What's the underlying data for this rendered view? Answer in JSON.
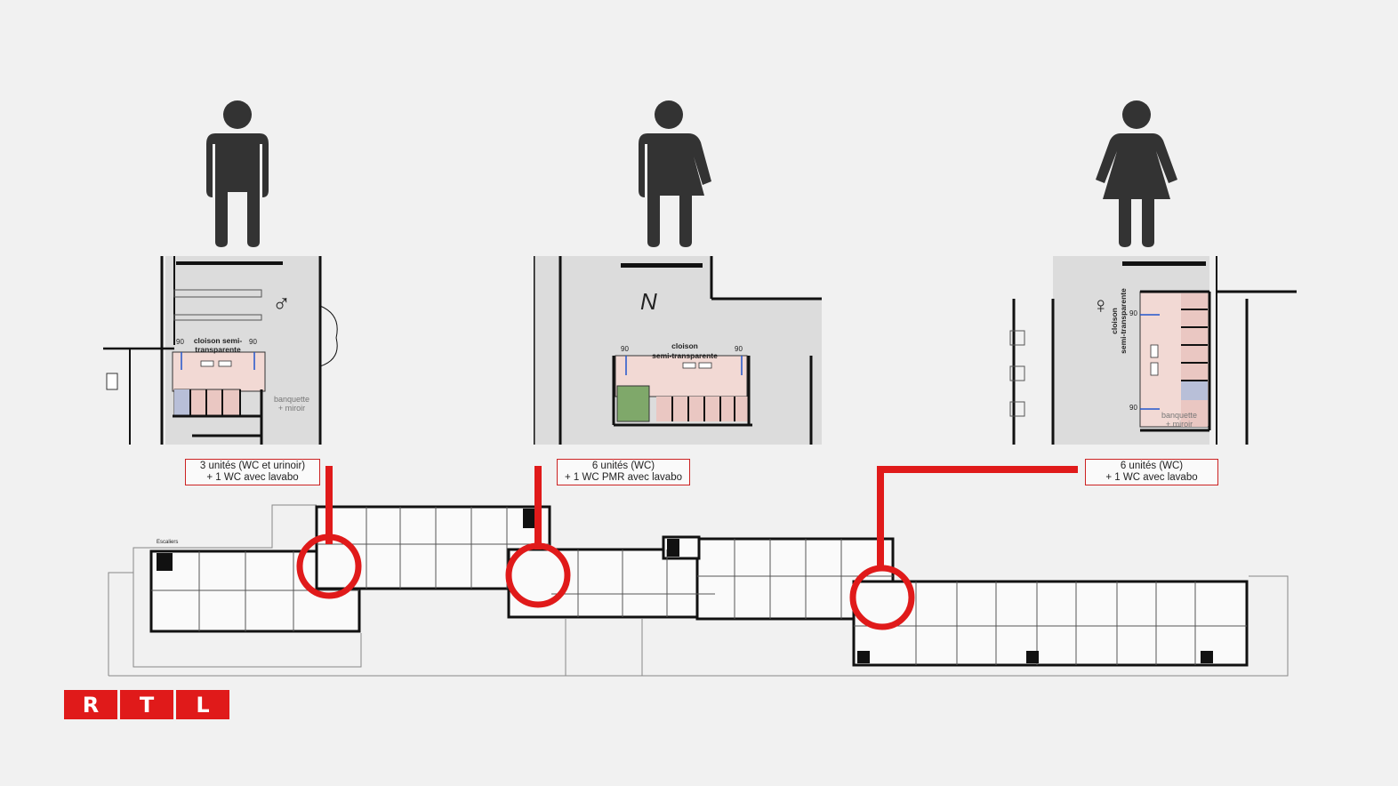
{
  "pictograms": {
    "male": "man-pictogram-icon",
    "neutral": "gender-neutral-pictogram-icon",
    "female": "woman-pictogram-icon"
  },
  "panels": {
    "male": {
      "symbol": "♂",
      "partition_label": "cloison semi-\ntransparente",
      "dim_left": "90",
      "dim_right": "90",
      "bench_label": "banquette\n+ miroir"
    },
    "neutral": {
      "symbol": "N",
      "partition_label": "cloison\nsemi-transparente",
      "dim_left": "90",
      "dim_right": "90"
    },
    "female": {
      "symbol": "♀",
      "partition_label": "cloison\nsemi-transparente",
      "dim_top": "90",
      "dim_bottom": "90",
      "bench_label": "banquette\n+ miroir"
    }
  },
  "labels": {
    "male": {
      "line1": "3 unités (WC et urinoir)",
      "line2": "+ 1 WC avec lavabo"
    },
    "neutral": {
      "line1": "6 unités (WC)",
      "line2": "+ 1 WC PMR avec lavabo"
    },
    "female": {
      "line1": "6 unités (WC)",
      "line2": "+ 1 WC avec lavabo"
    }
  },
  "floorplan": {
    "stair_label": "Escaliers"
  },
  "logo": {
    "letters": [
      "R",
      "T",
      "L"
    ]
  },
  "colors": {
    "accent": "#e01a1a",
    "pictogram": "#333333",
    "partition": "#f2d9d4"
  }
}
